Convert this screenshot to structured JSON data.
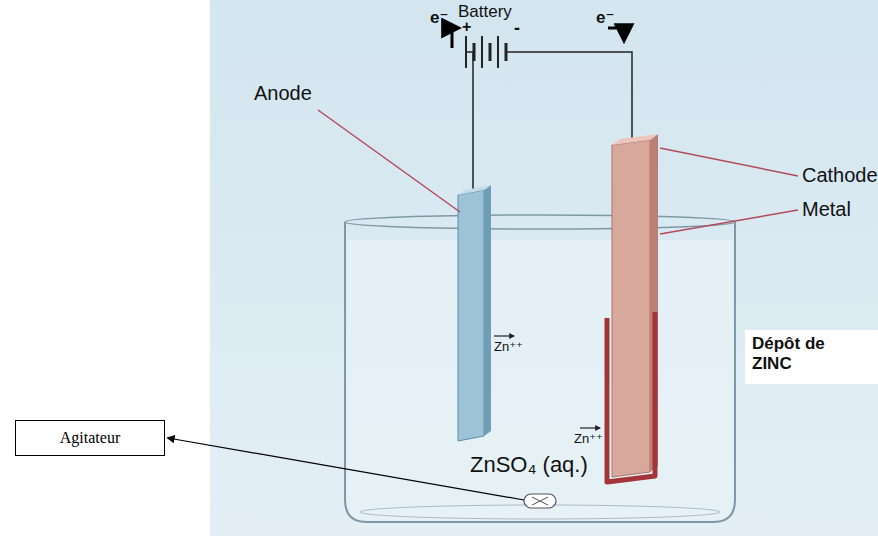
{
  "diagram": {
    "nodes": [
      {
        "text": [
          "Agitateur"
        ]
      }
    ],
    "labels": [
      "e⁻",
      "e⁻",
      "Battery",
      "+",
      "-",
      "Anode",
      "Cathode",
      "Metal",
      "Zn⁺⁺",
      "Zn⁺⁺",
      "Dépôt de ZINC",
      "ZnSO₄ (aq.)"
    ]
  }
}
